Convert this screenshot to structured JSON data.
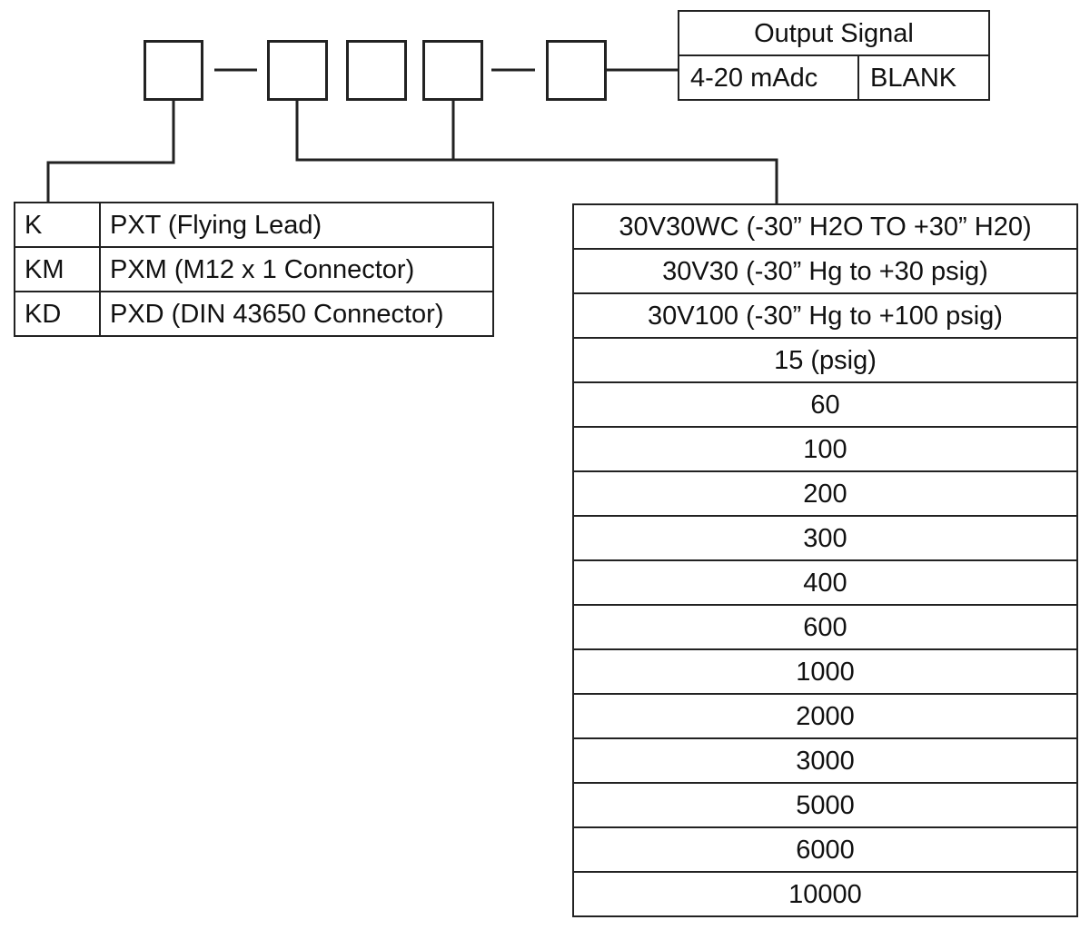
{
  "output_signal": {
    "header": "Output Signal",
    "options": [
      "4-20 mAdc",
      "BLANK"
    ]
  },
  "connection_options": [
    {
      "code": "K",
      "description": "PXT (Flying Lead)"
    },
    {
      "code": "KM",
      "description": "PXM (M12 x 1 Connector)"
    },
    {
      "code": "KD",
      "description": "PXD (DIN 43650 Connector)"
    }
  ],
  "pressure_ranges": [
    "30V30WC (-30” H2O TO +30” H20)",
    "30V30 (-30” Hg to +30 psig)",
    "30V100 (-30” Hg to +100 psig)",
    "15 (psig)",
    "60",
    "100",
    "200",
    "300",
    "400",
    "600",
    "1000",
    "2000",
    "3000",
    "5000",
    "6000",
    "10000"
  ]
}
